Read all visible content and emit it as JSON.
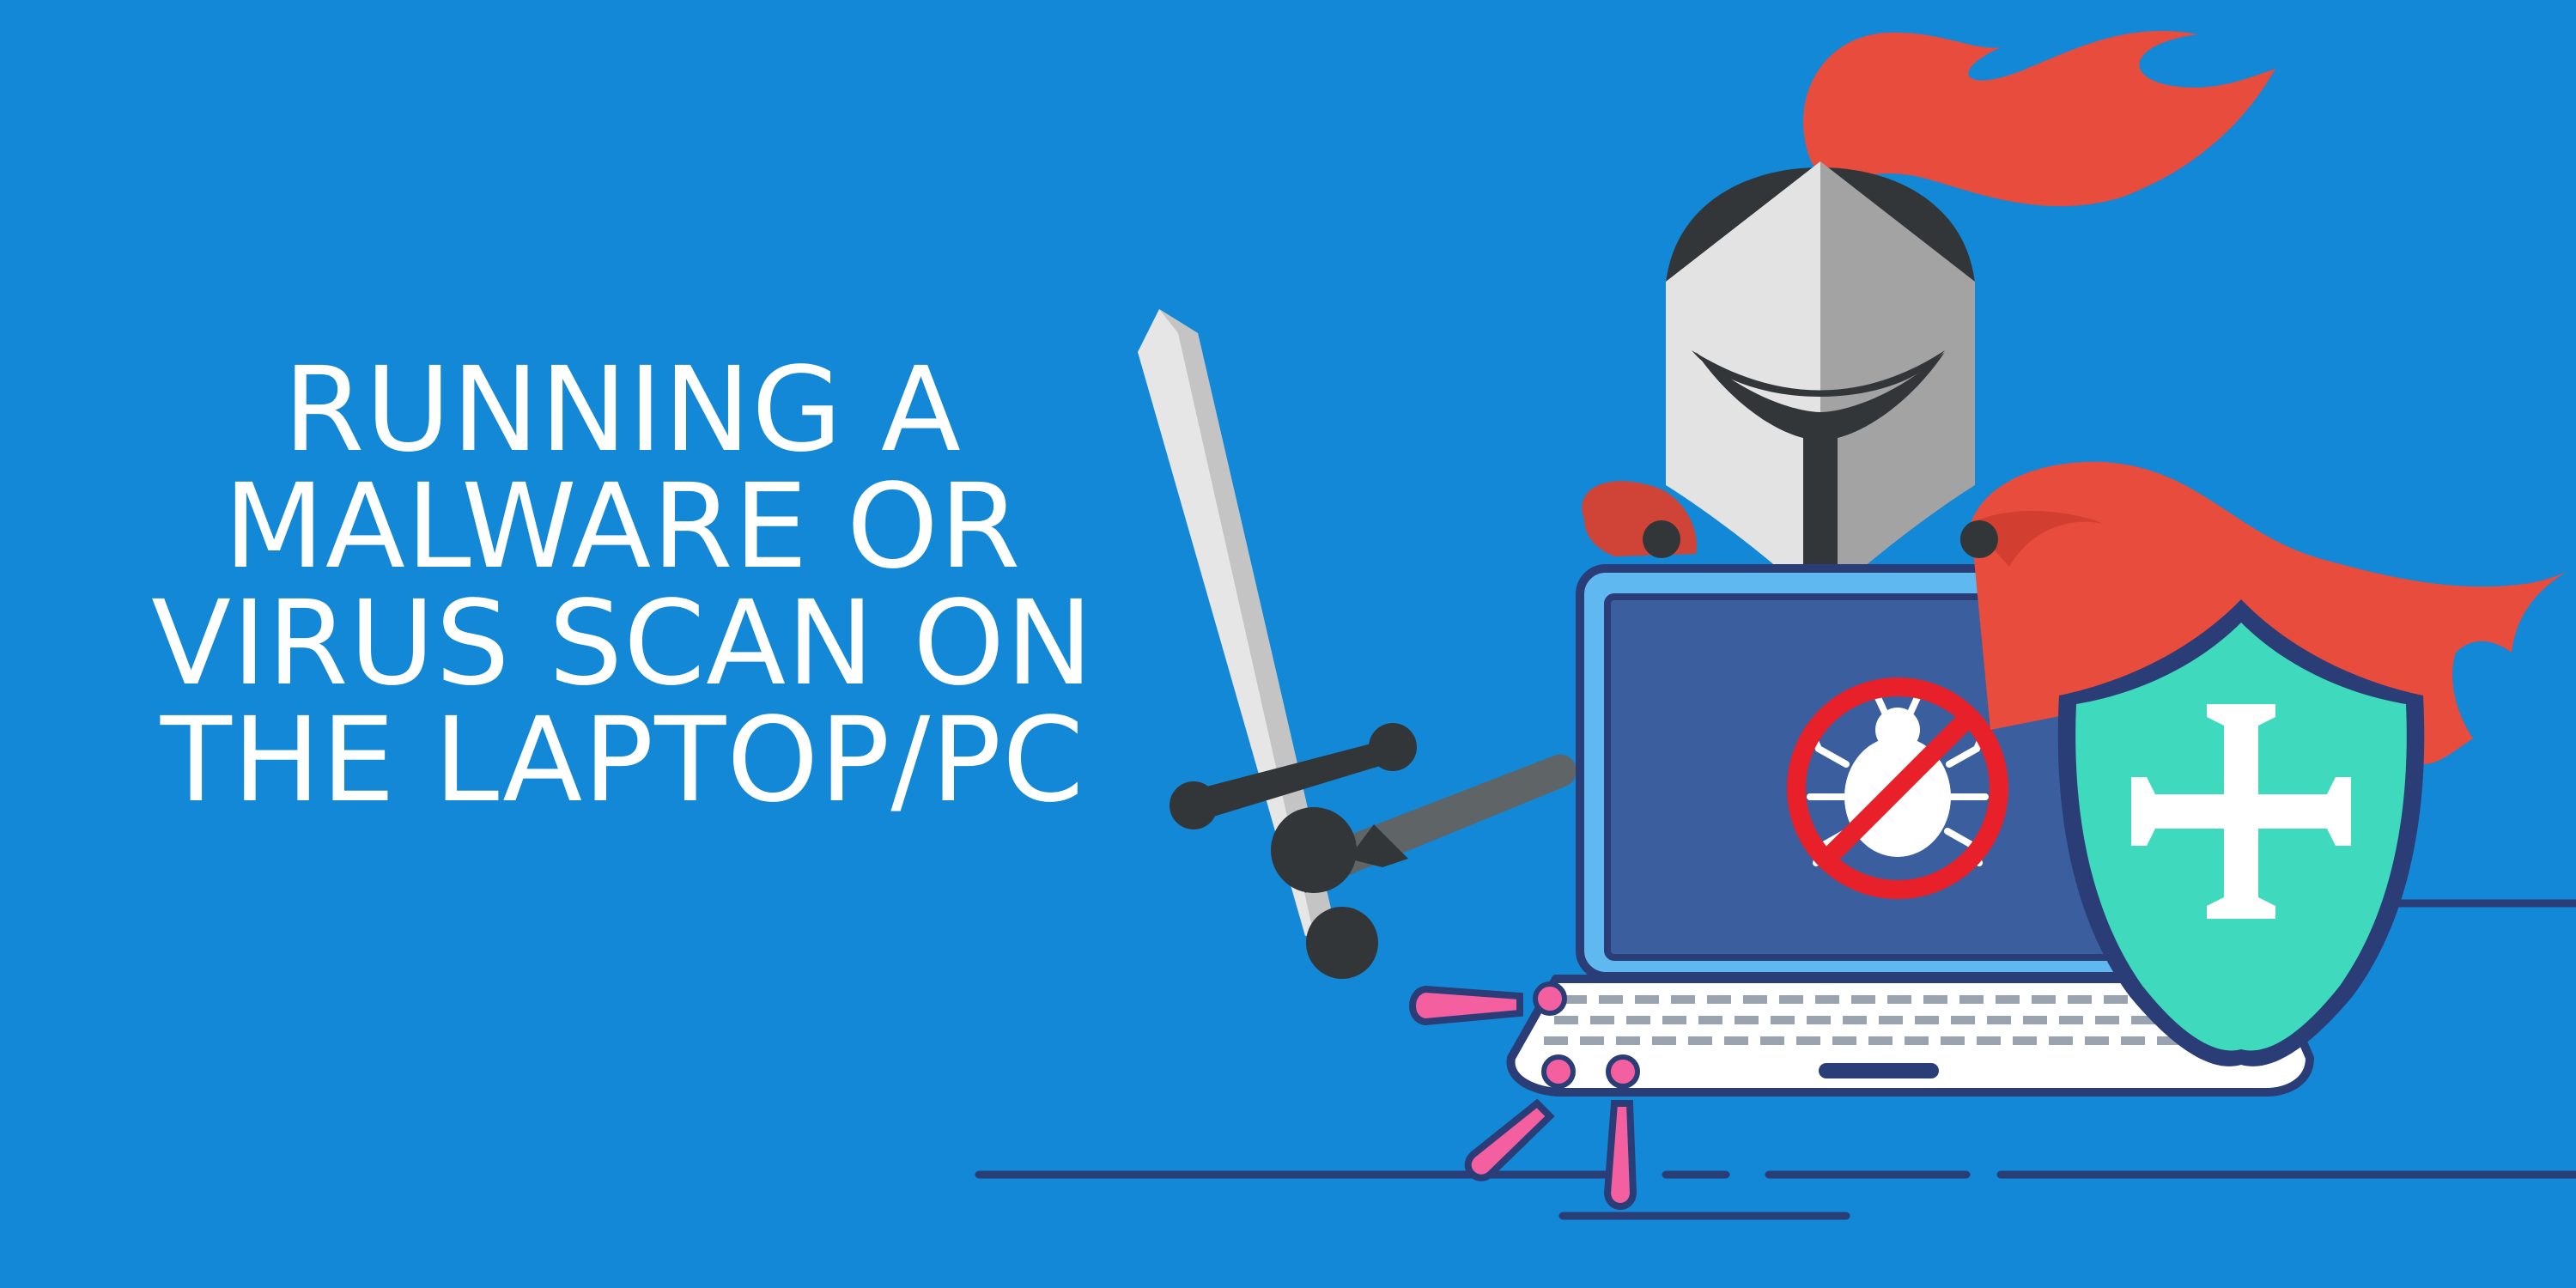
{
  "headline": {
    "lines": [
      "RUNNING A",
      "MALWARE OR",
      "VIRUS SCAN ON",
      "THE LAPTOP/PC"
    ]
  },
  "illustration": {
    "subject": "knight-laptop-antivirus",
    "icons": [
      "knight-helmet-icon",
      "sword-icon",
      "laptop-icon",
      "no-bug-icon",
      "shield-cross-icon"
    ]
  },
  "colors": {
    "background": "#1288d6",
    "text": "#ffffff",
    "plume_red": "#e84c3d",
    "outline_navy": "#2b3d77",
    "shield_teal": "#3fd9bd",
    "screen_blue": "#3b5e9e",
    "accent_pink": "#f45fa0"
  }
}
